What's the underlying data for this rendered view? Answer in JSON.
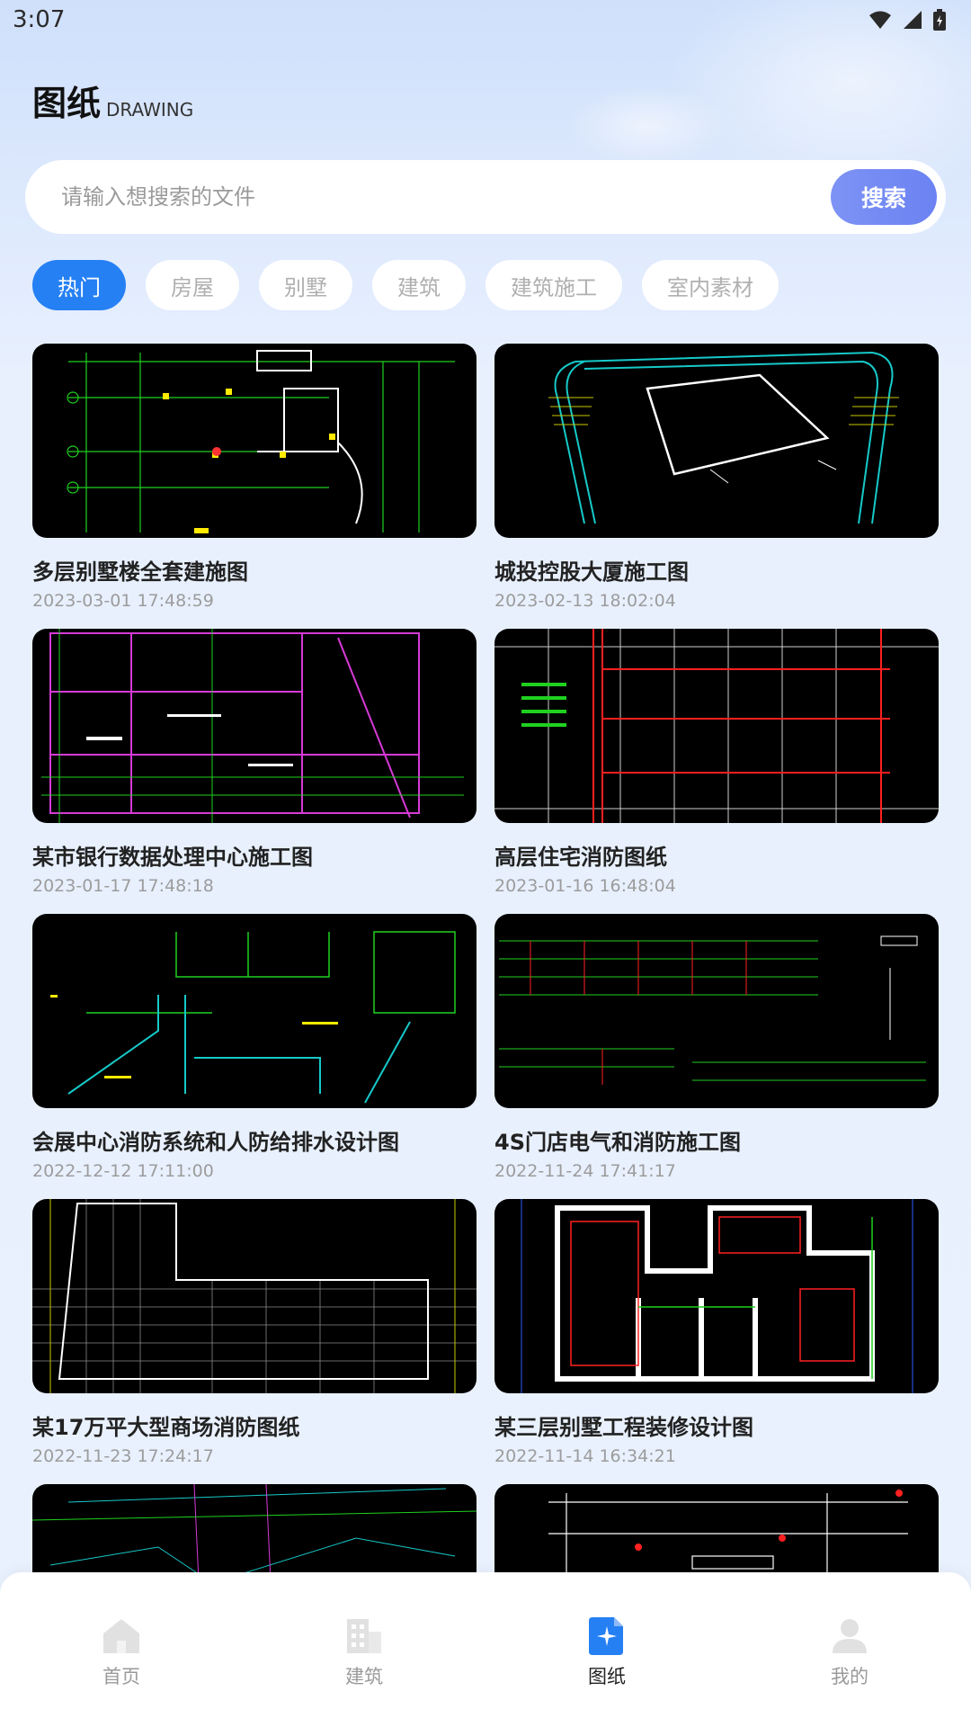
{
  "status_bar": {
    "time": "3:07",
    "icons": [
      "wifi-icon",
      "signal-icon",
      "battery-icon"
    ]
  },
  "header": {
    "title_cn": "图纸",
    "title_en": "DRAWING"
  },
  "search": {
    "placeholder": "请输入想搜索的文件",
    "button_label": "搜索"
  },
  "categories": [
    {
      "label": "热门",
      "active": true
    },
    {
      "label": "房屋",
      "active": false
    },
    {
      "label": "别墅",
      "active": false
    },
    {
      "label": "建筑",
      "active": false
    },
    {
      "label": "建筑施工",
      "active": false
    },
    {
      "label": "室内素材",
      "active": false
    }
  ],
  "drawings": [
    {
      "title": "多层别墅楼全套建施图",
      "date": "2023-03-01 17:48:59"
    },
    {
      "title": "城投控股大厦施工图",
      "date": "2023-02-13 18:02:04"
    },
    {
      "title": "某市银行数据处理中心施工图",
      "date": "2023-01-17 17:48:18"
    },
    {
      "title": "高层住宅消防图纸",
      "date": "2023-01-16 16:48:04"
    },
    {
      "title": "会展中心消防系统和人防给排水设计图",
      "date": "2022-12-12 17:11:00"
    },
    {
      "title": "4S门店电气和消防施工图",
      "date": "2022-11-24 17:41:17"
    },
    {
      "title": "某17万平大型商场消防图纸",
      "date": "2022-11-23 17:24:17"
    },
    {
      "title": "某三层别墅工程装修设计图",
      "date": "2022-11-14 16:34:21"
    }
  ],
  "colors": {
    "accent": "#2580f3",
    "search_button": "#7388f3"
  },
  "tabs": [
    {
      "label": "首页",
      "icon": "home-icon",
      "active": false
    },
    {
      "label": "建筑",
      "icon": "building-icon",
      "active": false
    },
    {
      "label": "图纸",
      "icon": "drawing-icon",
      "active": true
    },
    {
      "label": "我的",
      "icon": "user-icon",
      "active": false
    }
  ]
}
